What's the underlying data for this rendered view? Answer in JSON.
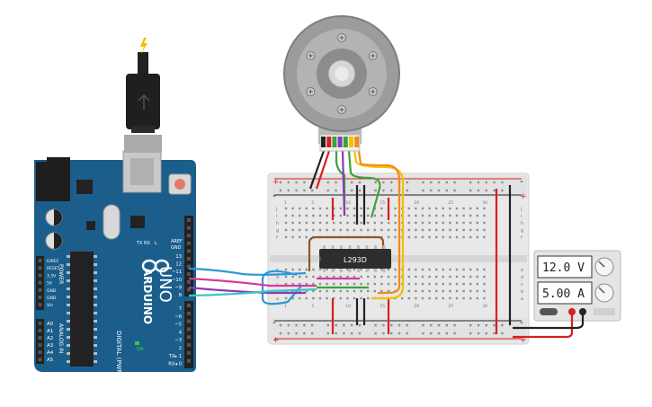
{
  "arduino": {
    "brand": "ARDUINO",
    "model": "UNO",
    "digital_label": "DIGITAL (PWM ~)",
    "power_label": "POWER",
    "analog_label": "ANALOG IN",
    "on_label": "ON",
    "tx_label": "TX",
    "rx_label": "RX",
    "l_label": "L",
    "aref": "AREF",
    "gnd": "GND",
    "digital_pins": [
      "13",
      "12",
      "~11",
      "~10",
      "~9",
      "8",
      "7",
      "~6",
      "~5",
      "4",
      "~3",
      "2",
      "TX▸ 1",
      "RX◂ 0"
    ],
    "power_pins": [
      "IOREF",
      "RESET",
      "3.3V",
      "5V",
      "GND",
      "GND",
      "Vin"
    ],
    "analog_pins": [
      "A0",
      "A1",
      "A2",
      "A3",
      "A4",
      "A5"
    ]
  },
  "breadboard": {
    "col_numbers": [
      "1",
      "5",
      "10",
      "15",
      "20",
      "25",
      "30"
    ],
    "rows_top": [
      "j",
      "i",
      "h",
      "g",
      "f"
    ],
    "rows_bottom": [
      "e",
      "d",
      "c",
      "b",
      "a"
    ],
    "plus": "+",
    "minus": "-"
  },
  "ic": {
    "label": "L293D"
  },
  "power_supply": {
    "voltage": "12.0 V",
    "current": "5.00 A"
  },
  "colors": {
    "arduino_blue": "#1b5e8c",
    "breadboard": "#e6e6e6",
    "wire_red": "#d62020",
    "wire_black": "#222222",
    "wire_green": "#3aa23a",
    "wire_yellow": "#f2c200",
    "wire_orange": "#f08c1a",
    "wire_purple": "#8a3ab9",
    "wire_brown": "#8b5a2b",
    "wire_blue": "#2c9ad6",
    "wire_magenta": "#d63aa0",
    "wire_cyan": "#3ac6c6"
  },
  "icons": [
    "motor-icon",
    "usb-plug-icon",
    "lightning-icon",
    "reset-button-icon",
    "knob-icon"
  ]
}
